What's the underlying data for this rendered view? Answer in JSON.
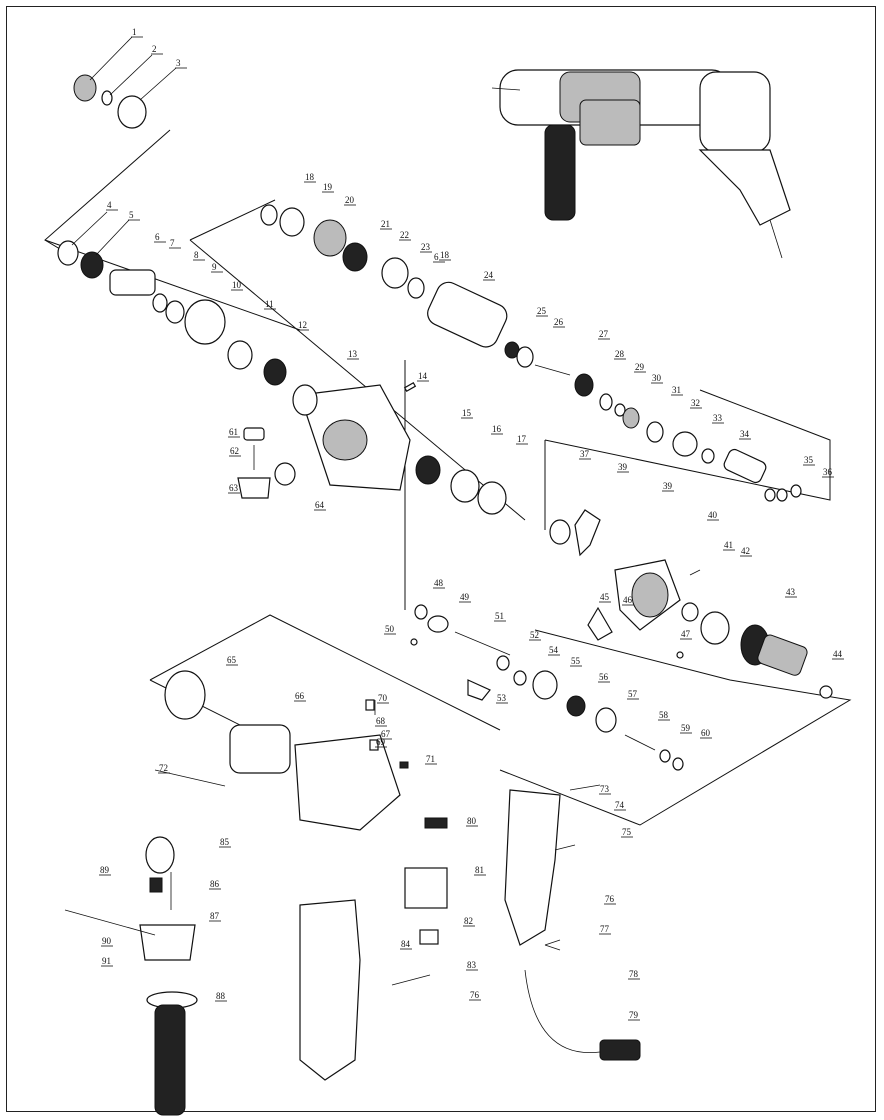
{
  "diagram": {
    "kind": "exploded parts view of hammer drill",
    "labels": [
      "1",
      "2",
      "3",
      "4",
      "5",
      "6",
      "7",
      "8",
      "9",
      "10",
      "11",
      "12",
      "13",
      "14",
      "15",
      "16",
      "17",
      "18",
      "19",
      "20",
      "21",
      "22",
      "23",
      "18",
      "6",
      "24",
      "25",
      "26",
      "27",
      "28",
      "29",
      "30",
      "31",
      "32",
      "33",
      "34",
      "35",
      "36",
      "37",
      "39",
      "39",
      "40",
      "41",
      "42",
      "43",
      "44",
      "45",
      "46",
      "47",
      "48",
      "49",
      "50",
      "51",
      "52",
      "53",
      "54",
      "55",
      "56",
      "57",
      "58",
      "59",
      "60",
      "61",
      "62",
      "63",
      "64",
      "65",
      "66",
      "67",
      "68",
      "69",
      "70",
      "71",
      "72",
      "73",
      "74",
      "75",
      "76",
      "77",
      "78",
      "79",
      "80",
      "81",
      "82",
      "83",
      "76",
      "84",
      "85",
      "86",
      "87",
      "88",
      "89",
      "90",
      "91",
      "92"
    ]
  },
  "colors": {
    "line": "#111111",
    "background": "#ffffff"
  }
}
